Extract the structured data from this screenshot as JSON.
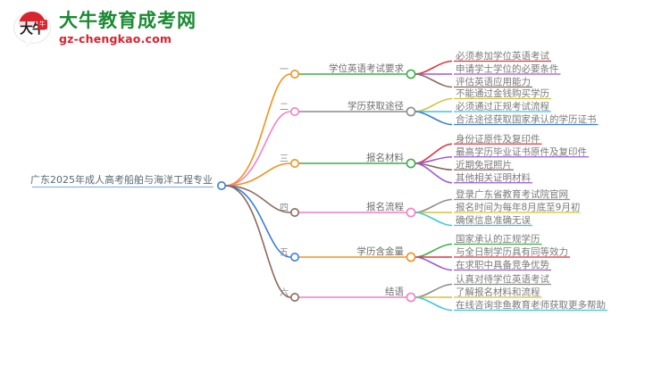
{
  "logo": {
    "mark_text": "大牛",
    "seal_text": "牛",
    "title": "大牛教育成考网",
    "subtitle": "gz-chengkao.com",
    "title_color": "#1a8a33",
    "subtitle_color": "#d9232e",
    "mark_color": "#d9232e"
  },
  "mindmap": {
    "root": {
      "label": "广东2025年成人高考船舶与海洋工程专业",
      "node_color": "#3b7dd8",
      "underline_color": "#8fb4de"
    },
    "branches": [
      {
        "index_label": "一",
        "topic": "学位英语考试要求",
        "branch_color": "#f0921e",
        "index_node_color": "#f0921e",
        "topic_line_color": "#3fae49",
        "topic_node_color": "#3fae49",
        "leaves": [
          {
            "label": "必须参加学位英语考试",
            "color": "#e0323c"
          },
          {
            "label": "申请学士学位的必要条件",
            "color": "#9b59d0"
          },
          {
            "label": "评估英语应用能力",
            "color": "#8a6a5c"
          }
        ]
      },
      {
        "index_label": "二",
        "topic": "学历获取途径",
        "branch_color": "#f47fc5",
        "index_node_color": "#f47fc5",
        "topic_line_color": "#8c8c8c",
        "topic_node_color": "#8c8c8c",
        "leaves": [
          {
            "label": "不能通过金钱购买学历",
            "color": "#d4c23a"
          },
          {
            "label": "必须通过正规考试流程",
            "color": "#3ec6e0"
          },
          {
            "label": "合法途径获取国家承认的学历证书",
            "color": "#3b7dd8"
          }
        ]
      },
      {
        "index_label": "三",
        "topic": "报名材料",
        "branch_color": "#f0921e",
        "index_node_color": "#f0921e",
        "topic_line_color": "#3fae49",
        "topic_node_color": "#3fae49",
        "leaves": [
          {
            "label": "身份证原件及复印件",
            "color": "#e0323c"
          },
          {
            "label": "最高学历毕业证书原件及复印件",
            "color": "#9b59d0"
          },
          {
            "label": "近期免冠照片",
            "color": "#8a6a5c"
          },
          {
            "label": "其他相关证明材料",
            "color": "#9b59d0"
          }
        ]
      },
      {
        "index_label": "四",
        "topic": "报名流程",
        "branch_color": "#8a6a5c",
        "index_node_color": "#8a6a5c",
        "topic_line_color": "#f47fc5",
        "topic_node_color": "#f47fc5",
        "leaves": [
          {
            "label": "登录广东省教育考试院官网",
            "color": "#8c8c8c"
          },
          {
            "label": "报名时间为每年8月底至9月初",
            "color": "#d4c23a"
          },
          {
            "label": "确保信息准确无误",
            "color": "#3ec6e0"
          }
        ]
      },
      {
        "index_label": "五",
        "topic": "学历含金量",
        "branch_color": "#3b7dd8",
        "index_node_color": "#3b7dd8",
        "topic_line_color": "#f0921e",
        "topic_node_color": "#f0921e",
        "leaves": [
          {
            "label": "国家承认的正规学历",
            "color": "#3fae49"
          },
          {
            "label": "与全日制学历具有同等效力",
            "color": "#e0323c"
          },
          {
            "label": "在求职中具备竞争优势",
            "color": "#9b59d0"
          }
        ]
      },
      {
        "index_label": "六",
        "topic": "结语",
        "branch_color": "#8a6a5c",
        "index_node_color": "#8a6a5c",
        "topic_line_color": "#f47fc5",
        "topic_node_color": "#f47fc5",
        "leaves": [
          {
            "label": "认真对待学位英语考试",
            "color": "#8c8c8c"
          },
          {
            "label": "了解报名材料和流程",
            "color": "#d4c23a"
          },
          {
            "label": "在线咨询非鱼教育老师获取更多帮助",
            "color": "#3ec6e0"
          }
        ]
      }
    ]
  }
}
